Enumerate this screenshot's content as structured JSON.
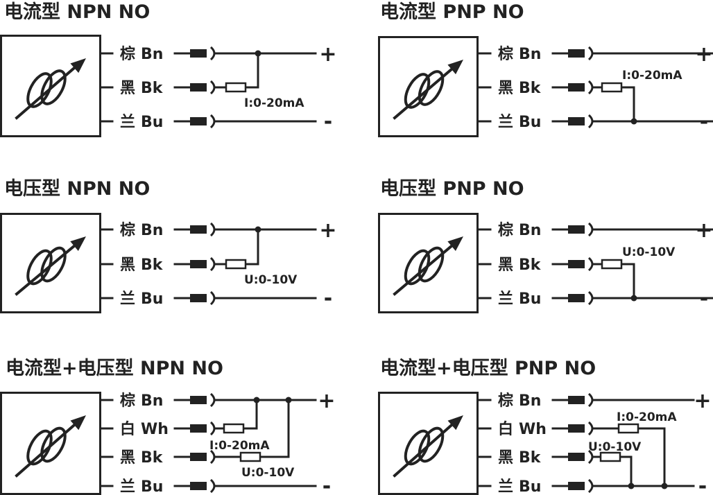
{
  "colors": {
    "ink": "#222222",
    "background": "#ffffff"
  },
  "panels": [
    {
      "id": "current-npn",
      "title": "电流型 NPN NO",
      "wires": [
        {
          "color": "棕",
          "code": "Bn"
        },
        {
          "color": "黑",
          "code": "Bk"
        },
        {
          "color": "兰",
          "code": "Bu"
        }
      ],
      "resistors": [
        "I:0-20mA"
      ],
      "plus": "+",
      "minus": "-"
    },
    {
      "id": "current-pnp",
      "title": "电流型 PNP NO",
      "wires": [
        {
          "color": "棕",
          "code": "Bn"
        },
        {
          "color": "黑",
          "code": "Bk"
        },
        {
          "color": "兰",
          "code": "Bu"
        }
      ],
      "resistors": [
        "I:0-20mA"
      ],
      "plus": "+",
      "minus": "-"
    },
    {
      "id": "voltage-npn",
      "title": "电压型 NPN NO",
      "wires": [
        {
          "color": "棕",
          "code": "Bn"
        },
        {
          "color": "黑",
          "code": "Bk"
        },
        {
          "color": "兰",
          "code": "Bu"
        }
      ],
      "resistors": [
        "U:0-10V"
      ],
      "plus": "+",
      "minus": "-"
    },
    {
      "id": "voltage-pnp",
      "title": "电压型 PNP NO",
      "wires": [
        {
          "color": "棕",
          "code": "Bn"
        },
        {
          "color": "黑",
          "code": "Bk"
        },
        {
          "color": "兰",
          "code": "Bu"
        }
      ],
      "resistors": [
        "U:0-10V"
      ],
      "plus": "+",
      "minus": "-"
    },
    {
      "id": "combo-npn",
      "title": "电流型+电压型 NPN NO",
      "wires": [
        {
          "color": "棕",
          "code": "Bn"
        },
        {
          "color": "白",
          "code": "Wh"
        },
        {
          "color": "黑",
          "code": "Bk"
        },
        {
          "color": "兰",
          "code": "Bu"
        }
      ],
      "resistors": [
        "I:0-20mA",
        "U:0-10V"
      ],
      "plus": "+",
      "minus": "-"
    },
    {
      "id": "combo-pnp",
      "title": "电流型+电压型 PNP NO",
      "wires": [
        {
          "color": "棕",
          "code": "Bn"
        },
        {
          "color": "白",
          "code": "Wh"
        },
        {
          "color": "黑",
          "code": "Bk"
        },
        {
          "color": "兰",
          "code": "Bu"
        }
      ],
      "resistors": [
        "I:0-20mA",
        "U:0-10V"
      ],
      "plus": "+",
      "minus": "-"
    }
  ]
}
